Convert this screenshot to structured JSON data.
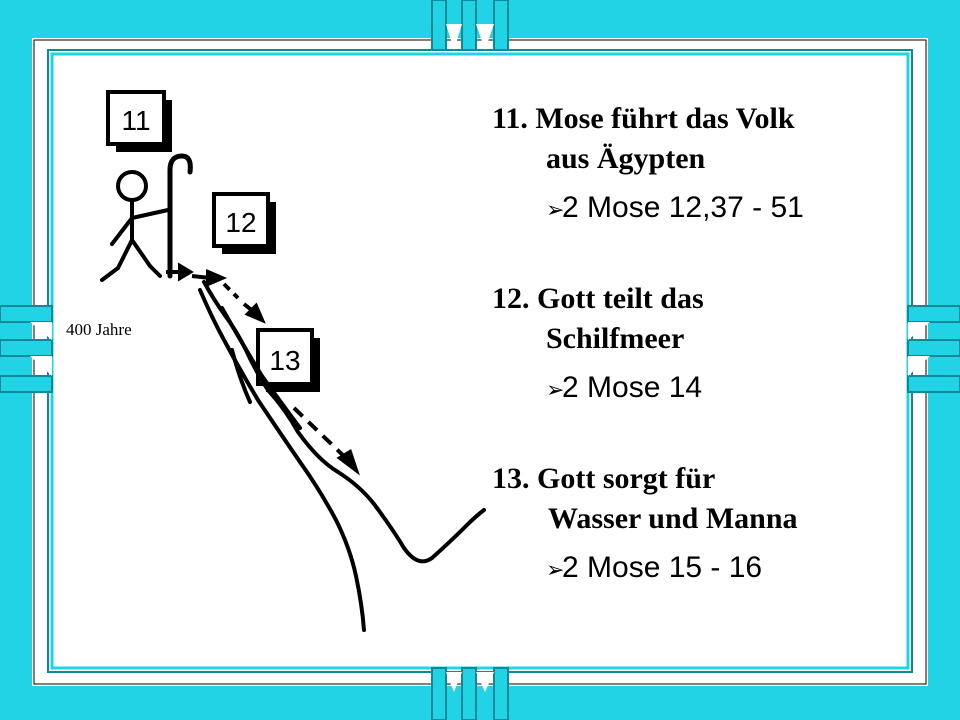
{
  "slide": {
    "items": [
      {
        "title_line1": "11. Mose führt das Volk",
        "title_line2": "aus Ägypten",
        "reference": "2 Mose 12,37 - 51"
      },
      {
        "title_line1": "12. Gott teilt das",
        "title_line2": "Schilfmeer",
        "reference": "2 Mose 14"
      },
      {
        "title_line1": "13. Gott sorgt für",
        "title_line2": "Wasser und Manna",
        "reference": "2 Mose 15 - 16"
      }
    ],
    "illustration": {
      "box_labels": [
        "11",
        "12",
        "13"
      ],
      "years_label": "400 Jahre"
    },
    "colors": {
      "frame_cyan": "#22d3e6",
      "frame_dark": "#0d8a9a",
      "ink": "#000000"
    },
    "icons": {
      "bullet": "arrow-right-bullet"
    }
  }
}
